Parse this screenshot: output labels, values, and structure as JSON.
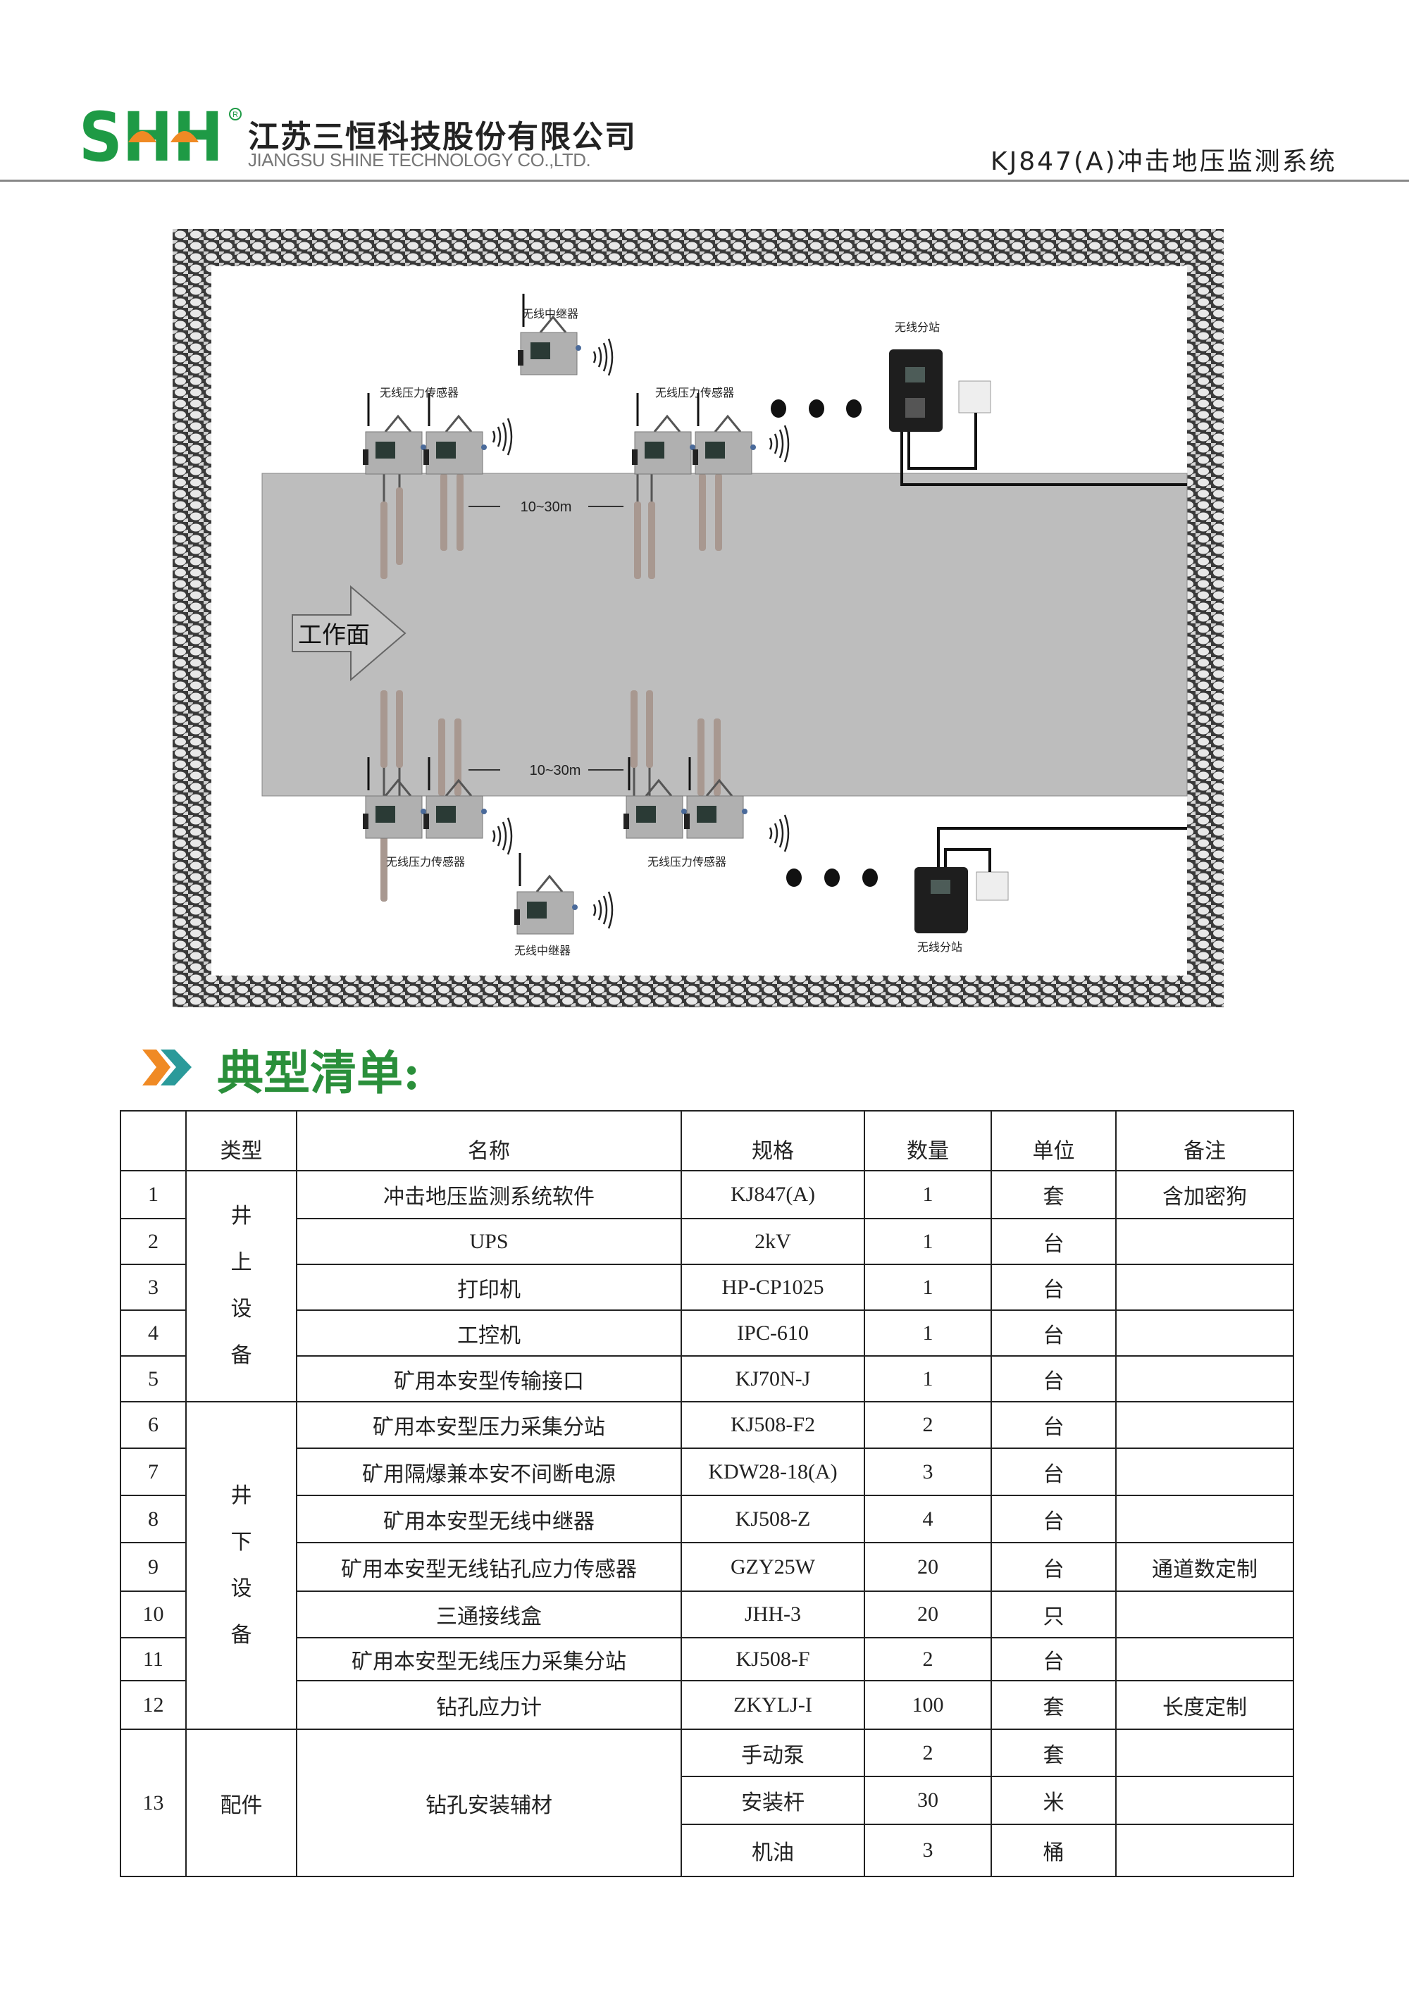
{
  "header": {
    "logo_text": "SHH",
    "company_cn": "江苏三恒科技股份有限公司",
    "company_en": "JIANGSU SHINE TECHNOLOGY CO.,LTD.",
    "doc_title": "KJ847(A)冲击地压监测系统"
  },
  "diagram": {
    "relay_label": "无线中继器",
    "station_label": "无线分站",
    "sensor_label": "无线压力传感器",
    "distance_label": "10~30m",
    "workface_label": "工作面"
  },
  "section": {
    "title": "典型清单:"
  },
  "table": {
    "headers": [
      "",
      "类型",
      "名称",
      "规格",
      "数量",
      "单位",
      "备注"
    ],
    "groups": {
      "above": "井上设备",
      "below": "井下设备",
      "parts": "配件"
    },
    "rows": [
      {
        "no": "1",
        "name": "冲击地压监测系统软件",
        "spec": "KJ847(A)",
        "qty": "1",
        "unit": "套",
        "note": "含加密狗"
      },
      {
        "no": "2",
        "name": "UPS",
        "spec": "2kV",
        "qty": "1",
        "unit": "台",
        "note": ""
      },
      {
        "no": "3",
        "name": "打印机",
        "spec": "HP-CP1025",
        "qty": "1",
        "unit": "台",
        "note": ""
      },
      {
        "no": "4",
        "name": "工控机",
        "spec": "IPC-610",
        "qty": "1",
        "unit": "台",
        "note": ""
      },
      {
        "no": "5",
        "name": "矿用本安型传输接口",
        "spec": "KJ70N-J",
        "qty": "1",
        "unit": "台",
        "note": ""
      },
      {
        "no": "6",
        "name": "矿用本安型压力采集分站",
        "spec": "KJ508-F2",
        "qty": "2",
        "unit": "台",
        "note": ""
      },
      {
        "no": "7",
        "name": "矿用隔爆兼本安不间断电源",
        "spec": "KDW28-18(A)",
        "qty": "3",
        "unit": "台",
        "note": ""
      },
      {
        "no": "8",
        "name": "矿用本安型无线中继器",
        "spec": "KJ508-Z",
        "qty": "4",
        "unit": "台",
        "note": ""
      },
      {
        "no": "9",
        "name": "矿用本安型无线钻孔应力传感器",
        "spec": "GZY25W",
        "qty": "20",
        "unit": "台",
        "note": "通道数定制"
      },
      {
        "no": "10",
        "name": "三通接线盒",
        "spec": "JHH-3",
        "qty": "20",
        "unit": "只",
        "note": ""
      },
      {
        "no": "11",
        "name": "矿用本安型无线压力采集分站",
        "spec": "KJ508-F",
        "qty": "2",
        "unit": "台",
        "note": ""
      },
      {
        "no": "12",
        "name": "钻孔应力计",
        "spec": "ZKYLJ-I",
        "qty": "100",
        "unit": "套",
        "note": "长度定制"
      }
    ],
    "row13": {
      "no": "13",
      "type": "配件",
      "name": "钻孔安装辅材",
      "items": [
        {
          "spec": "手动泵",
          "qty": "2",
          "unit": "套"
        },
        {
          "spec": "安装杆",
          "qty": "30",
          "unit": "米"
        },
        {
          "spec": "机油",
          "qty": "3",
          "unit": "桶"
        }
      ]
    }
  },
  "colors": {
    "brand_green": "#1e9a45",
    "brand_orange": "#f08a24",
    "title_green": "#2a8f3a",
    "teal": "#2a9a9a",
    "ground_gray": "#bdbdbd"
  }
}
